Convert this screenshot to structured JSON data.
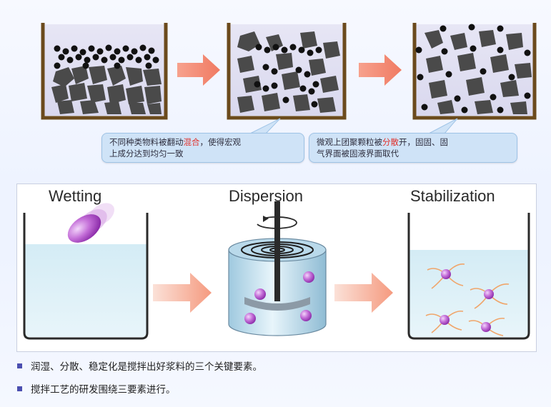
{
  "top": {
    "callout_left": {
      "pre": "不同种类物料被翻动",
      "highlight": "混合",
      "post": "，使得宏观",
      "line2": "上成分达到均匀一致"
    },
    "callout_right": {
      "pre": "微观上团聚颗粒被",
      "highlight": "分散",
      "post": "开，固固、固",
      "line2": "气界面被固液界面取代"
    }
  },
  "bottom": {
    "stages": [
      "Wetting",
      "Dispersion",
      "Stabilization"
    ]
  },
  "bullets": [
    "润湿、分散、稳定化是搅拌出好浆料的三个关键要素。",
    "搅拌工艺的研发围绕三要素进行。"
  ],
  "colors": {
    "container_brown": "#6b4a1c",
    "arrow_salmon": "#f38a73",
    "particle_gray": "#4a4a4a",
    "liquid_blue": "#cfe9f3",
    "sphere_purple": "#b24cc8",
    "callout_bg": "#cfe3f7",
    "bullet": "#4b4fb0",
    "highlight_red": "#e0302a"
  }
}
